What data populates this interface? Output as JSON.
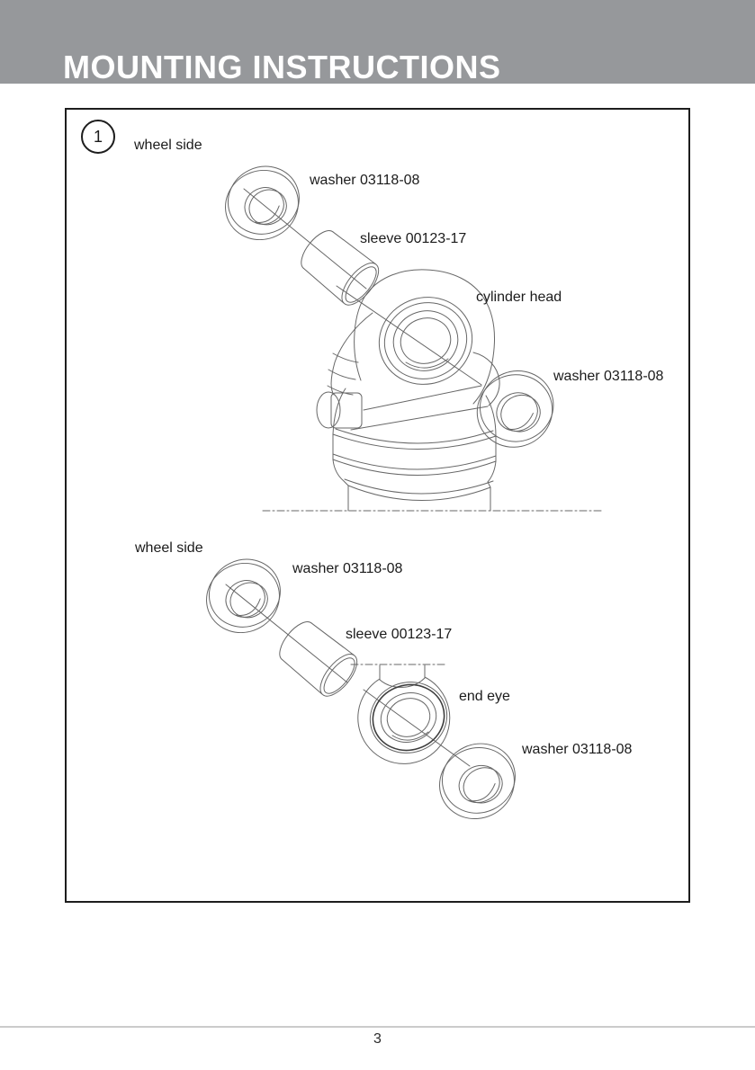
{
  "header": {
    "title": "MOUNTING INSTRUCTIONS"
  },
  "figure": {
    "step_number": "1",
    "diagram_1": {
      "wheel_side": "wheel side",
      "washer_top": "washer 03118-08",
      "sleeve": "sleeve 00123-17",
      "cylinder_head": "cylinder head",
      "washer_bottom": "washer 03118-08"
    },
    "diagram_2": {
      "wheel_side": "wheel side",
      "washer_top": "washer 03118-08",
      "sleeve": "sleeve 00123-17",
      "end_eye": "end eye",
      "washer_bottom": "washer 03118-08"
    }
  },
  "footer": {
    "page_number": "3"
  },
  "colors": {
    "header_bg": "#96989b",
    "title_text": "#ffffff",
    "line_art": "#676767",
    "text": "#1b1b1b",
    "box_border": "#1d1d1d",
    "divider": "#cbcbcb"
  }
}
